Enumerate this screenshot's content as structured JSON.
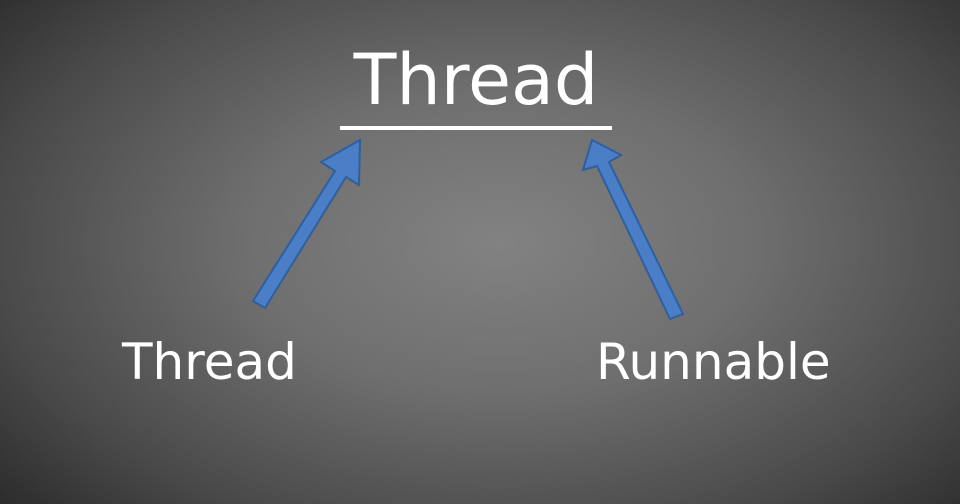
{
  "diagram": {
    "title": "Thread",
    "nodes": [
      {
        "id": "thread",
        "label": "Thread"
      },
      {
        "id": "runnable",
        "label": "Runnable"
      }
    ],
    "edges": [
      {
        "from": "thread",
        "to": "title"
      },
      {
        "from": "runnable",
        "to": "title"
      }
    ],
    "colors": {
      "arrow_fill": "#4a7fc8",
      "arrow_stroke": "#2f5f9e",
      "text": "#ffffff",
      "background_center": "#828282",
      "background_edge": "#1e1e1e"
    }
  }
}
